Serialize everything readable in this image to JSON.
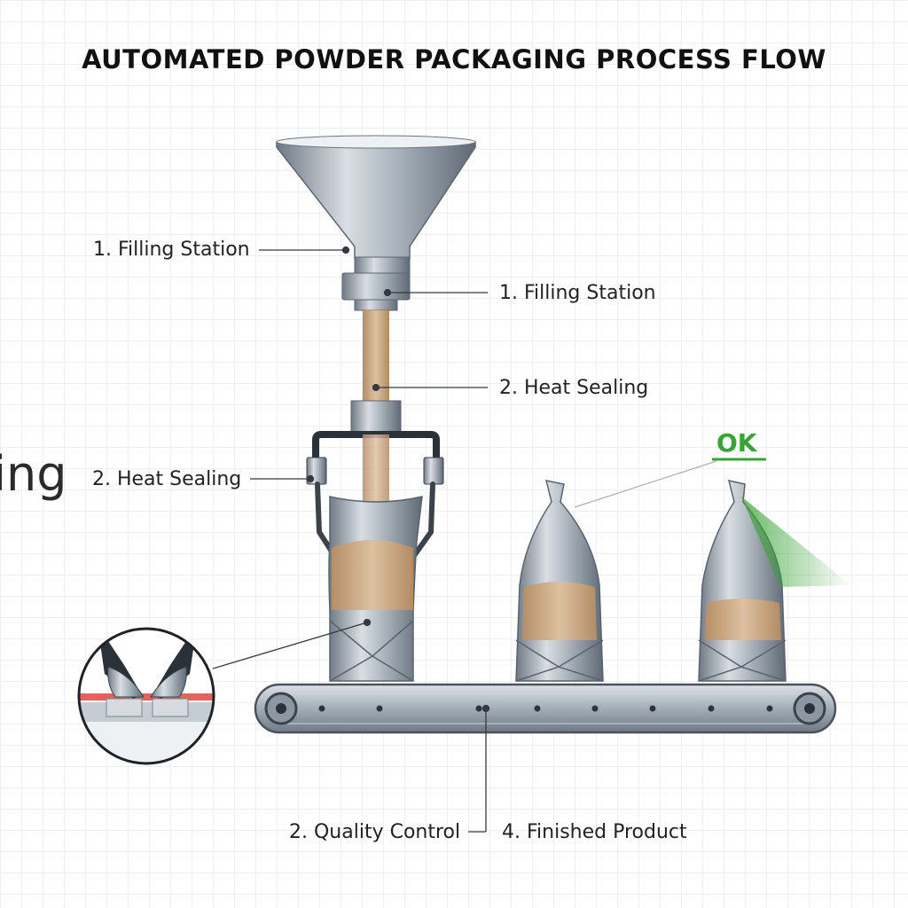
{
  "title": "AUTOMATED POWDER PACKAGING PROCESS FLOW",
  "labels": {
    "filling_left": "1. Filling Station",
    "filling_right": "1. Filling Station",
    "heat_right": "2. Heat Sealing",
    "heat_left": "2. Heat Sealing",
    "partial_cut": "ing",
    "quality_control": "2. Quality Control",
    "finished_product": "4. Finished Product",
    "ok_badge": "OK"
  },
  "colors": {
    "steel": "#9aa4ae",
    "powder": "#c9a47c",
    "ok_green": "#3aa336",
    "seal_red": "#e0473c"
  }
}
